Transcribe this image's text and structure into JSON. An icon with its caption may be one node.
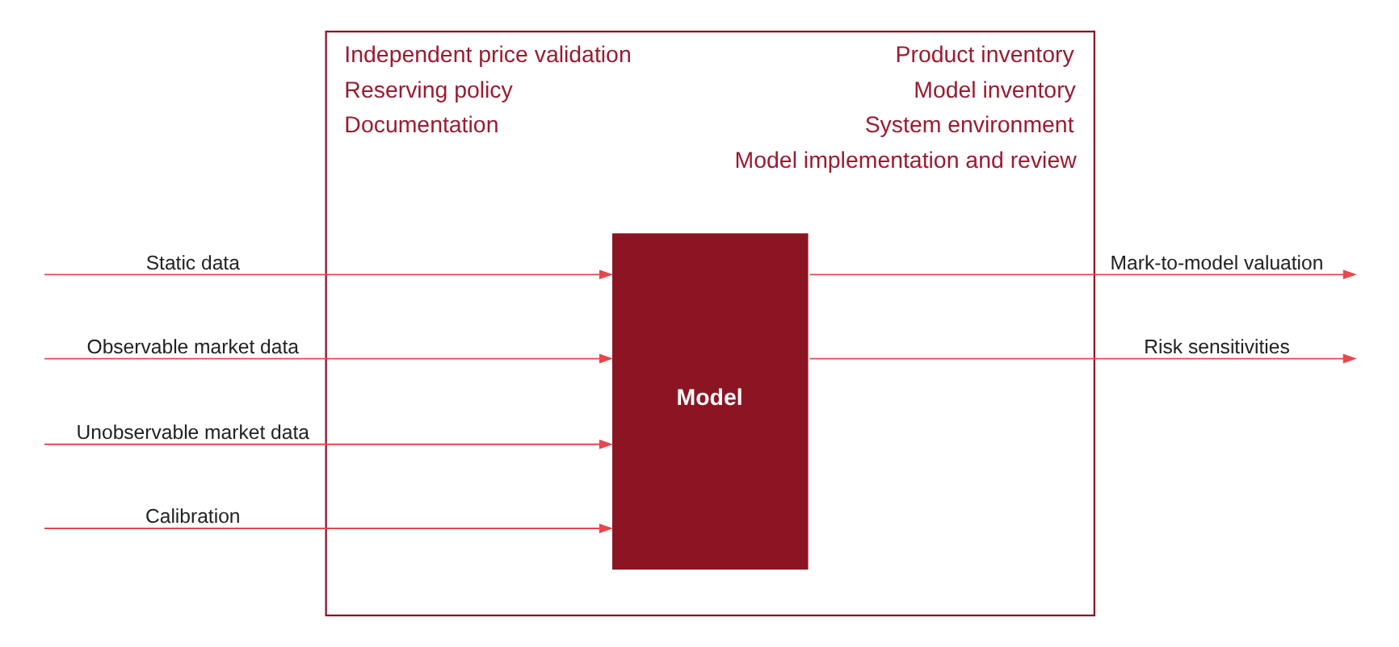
{
  "diagram": {
    "nodes": [
      {
        "text": [
          "Independent price validation",
          "Reserving policy",
          "Product inventory",
          "Model inventory",
          "Documentation",
          "System environment",
          "Model implementation and review"
        ]
      },
      {
        "text": [
          "Model"
        ],
        "in": 0
      }
    ],
    "edges": [
      {
        "from": null,
        "to": 1,
        "arrow": "to",
        "label": "Static data"
      },
      {
        "from": null,
        "to": 1,
        "arrow": "to",
        "label": "Observable market data"
      },
      {
        "from": null,
        "to": 1,
        "arrow": "to",
        "label": "Unobservable market data"
      },
      {
        "from": null,
        "to": 1,
        "arrow": "to",
        "label": "Calibration"
      },
      {
        "from": 1,
        "to": null,
        "arrow": "to",
        "label": "Mark-to-model valuation"
      },
      {
        "from": 1,
        "to": null,
        "arrow": "to",
        "label": "Risk sensitivities"
      }
    ]
  }
}
